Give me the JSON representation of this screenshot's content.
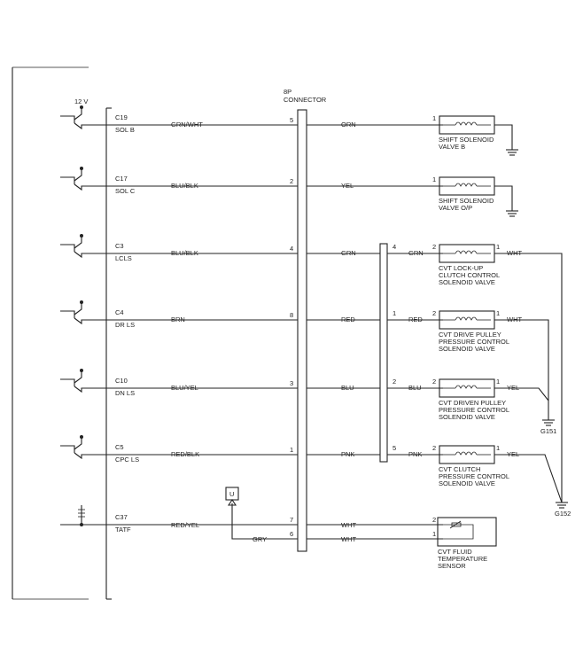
{
  "supply_voltage": "12 V",
  "connector": {
    "line1": "8P",
    "line2": "CONNECTOR"
  },
  "circuits": [
    {
      "id": "sol_b",
      "terminal": "C19",
      "label": "SOL B",
      "wire_in": "GRN/WHT",
      "pin": "5",
      "wire_out": "ORN",
      "junction_pin": "",
      "junction_wire": "",
      "comp_pin_in": "1",
      "comp_pin_out": "",
      "wire_ground": "",
      "component": [
        "SHIFT SOLENOID",
        "VALVE B"
      ]
    },
    {
      "id": "sol_c",
      "terminal": "C17",
      "label": "SOL C",
      "wire_in": "BLU/BLK",
      "pin": "2",
      "wire_out": "YEL",
      "junction_pin": "",
      "junction_wire": "",
      "comp_pin_in": "1",
      "comp_pin_out": "",
      "wire_ground": "",
      "component": [
        "SHIFT SOLENOID",
        "VALVE O/P"
      ]
    },
    {
      "id": "lcls",
      "terminal": "C3",
      "label": "LCLS",
      "wire_in": "BLU/BLK",
      "pin": "4",
      "wire_out": "GRN",
      "junction_pin": "4",
      "junction_wire": "GRN",
      "comp_pin_in": "2",
      "comp_pin_out": "1",
      "wire_ground": "WHT",
      "component": [
        "CVT LOCK-UP",
        "CLUTCH CONTROL",
        "SOLENOID VALVE"
      ]
    },
    {
      "id": "dr_ls",
      "terminal": "C4",
      "label": "DR LS",
      "wire_in": "BRN",
      "pin": "8",
      "wire_out": "RED",
      "junction_pin": "1",
      "junction_wire": "RED",
      "comp_pin_in": "2",
      "comp_pin_out": "1",
      "wire_ground": "WHT",
      "component": [
        "CVT DRIVE PULLEY",
        "PRESSURE CONTROL",
        "SOLENOID VALVE"
      ]
    },
    {
      "id": "dn_ls",
      "terminal": "C10",
      "label": "DN LS",
      "wire_in": "BLU/YEL",
      "pin": "3",
      "wire_out": "BLU",
      "junction_pin": "2",
      "junction_wire": "BLU",
      "comp_pin_in": "2",
      "comp_pin_out": "1",
      "wire_ground": "YEL",
      "component": [
        "CVT DRIVEN PULLEY",
        "PRESSURE CONTROL",
        "SOLENOID VALVE"
      ]
    },
    {
      "id": "cpc_ls",
      "terminal": "C5",
      "label": "CPC LS",
      "wire_in": "RED/BLK",
      "pin": "1",
      "wire_out": "PNK",
      "junction_pin": "5",
      "junction_wire": "PNK",
      "comp_pin_in": "2",
      "comp_pin_out": "1",
      "wire_ground": "YEL",
      "component": [
        "CVT CLUTCH",
        "PRESSURE CONTROL",
        "SOLENOID VALVE"
      ]
    }
  ],
  "tatf": {
    "terminal": "C37",
    "label": "TATF",
    "wire_in": "RED/YEL",
    "pin_a": "7",
    "wire_a": "WHT",
    "comp_pin_a": "2",
    "pin_b": "6",
    "wire_b": "WHT",
    "comp_pin_b": "1",
    "return_wire": "GRY",
    "ref_box": "U",
    "component": [
      "CVT FLUID",
      "TEMPERATURE",
      "SENSOR"
    ]
  },
  "grounds": {
    "g151": "G151",
    "g152": "G152"
  }
}
